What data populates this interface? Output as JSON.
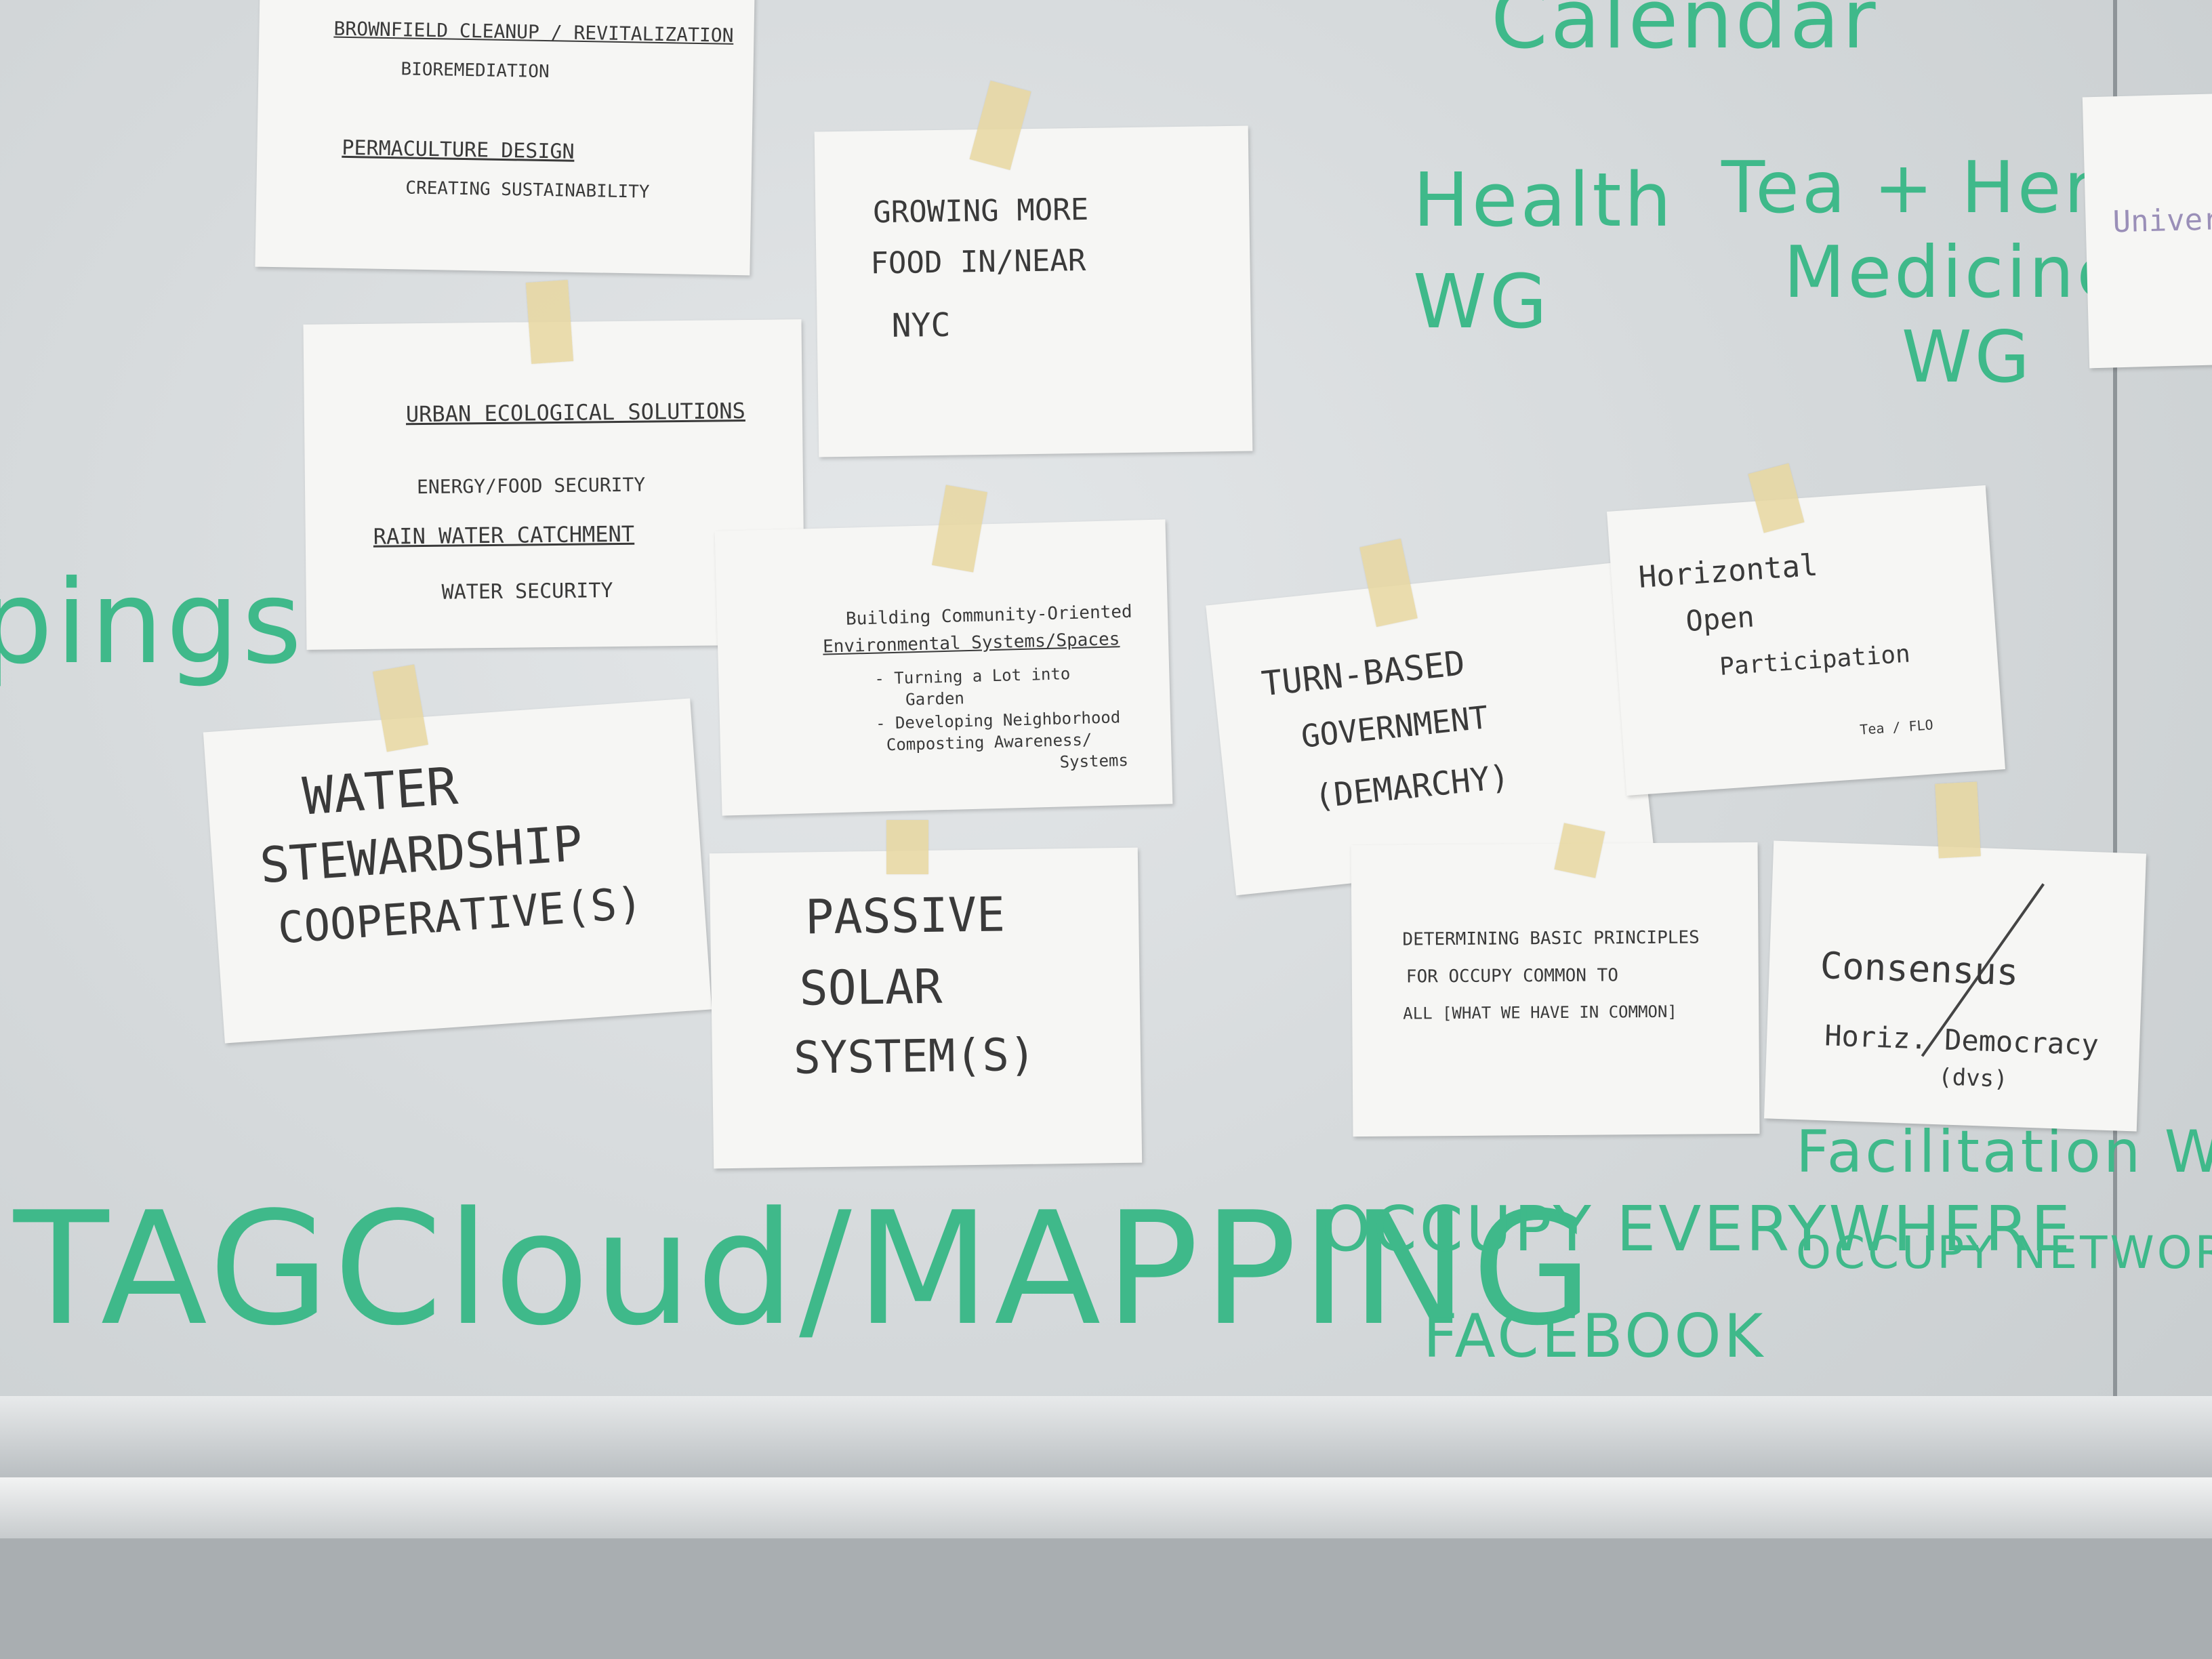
{
  "board_writing": {
    "calendar": "Calendar",
    "pings": "pings",
    "health_wg": [
      "Health",
      "WG"
    ],
    "tea_herbal_wg": [
      "Tea + Herbal",
      "Medicine",
      "WG"
    ],
    "tagcloud": "TAGCloud/MAPPING",
    "occupy_everywhere": "OCCUPY EVERYWHERE",
    "facebook": "FACEBOOK",
    "occupy_network": "OCCUPY NETWORK",
    "facilitation_wg": "Facilitation WG"
  },
  "papers": {
    "brownfield": [
      "BROWNFIELD CLEANUP / REVITALIZATION",
      "BIOREMEDIATION",
      "PERMACULTURE DESIGN",
      "CREATING SUSTAINABILITY"
    ],
    "growing_food": [
      "GROWING MORE",
      "FOOD IN/NEAR",
      "NYC"
    ],
    "urban_eco": [
      "URBAN ECOLOGICAL SOLUTIONS",
      "ENERGY/FOOD SECURITY",
      "RAIN WATER CATCHMENT",
      "WATER SECURITY"
    ],
    "building_community": [
      "Building Community-Oriented",
      "Environmental Systems/Spaces",
      "- Turning a Lot into",
      "Garden",
      "- Developing Neighborhood",
      "Composting Awareness/",
      "Systems"
    ],
    "water_stewardship": [
      "WATER",
      "STEWARDSHIP",
      "COOPERATIVE(S)"
    ],
    "passive_solar": [
      "PASSIVE",
      "SOLAR",
      "SYSTEM(S)"
    ],
    "turn_based": [
      "TURN-BASED",
      "GOVERNMENT",
      "(DEMARCHY)"
    ],
    "horizontal": [
      "Horizontal",
      "Open",
      "Participation",
      "Tea / FLO"
    ],
    "determining": [
      "DETERMINING BASIC PRINCIPLES",
      "FOR OCCUPY COMMON TO",
      "ALL [WHAT WE HAVE IN COMMON]"
    ],
    "consensus": [
      "Consensus",
      "Horiz. Democracy",
      "(dvs)"
    ],
    "edge_paper": [
      "Univers"
    ]
  },
  "colors": {
    "marker_green": "#3fb98a",
    "paper": "#f6f6f4",
    "tape": "#e8d7a0"
  }
}
